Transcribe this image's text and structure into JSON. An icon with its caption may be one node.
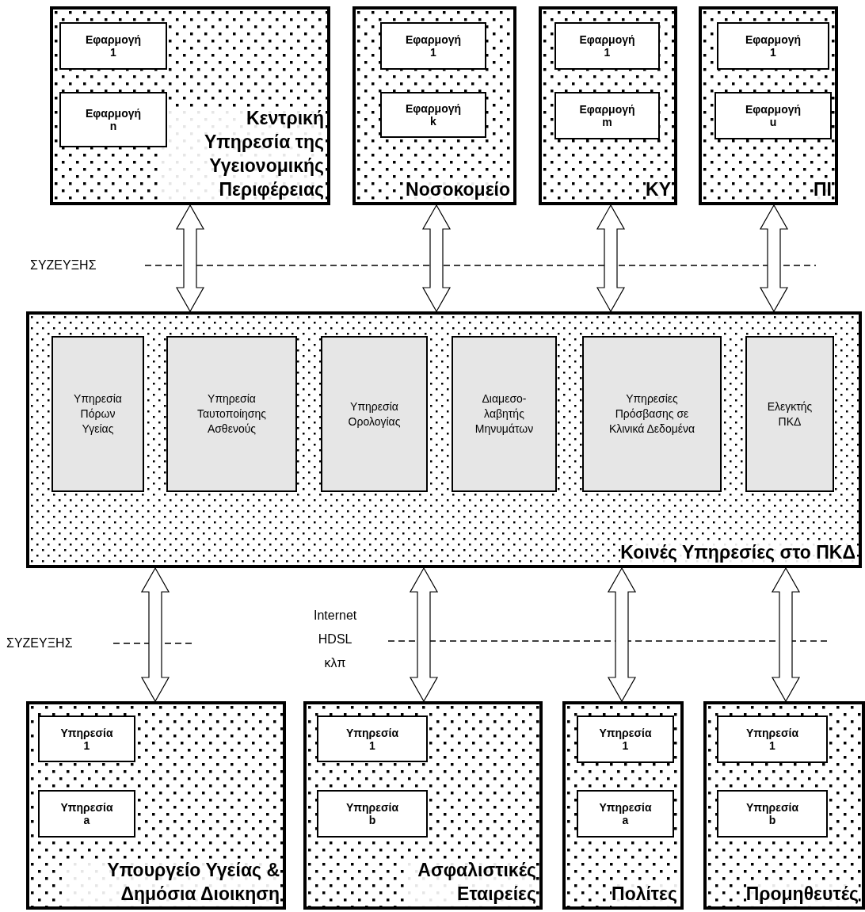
{
  "diagram": {
    "nodes": [
      {
        "text": [
          "Κεντρική Υπηρεσία της Υγειονομικής Περιφέρειας"
        ]
      },
      {
        "text": [
          "Εφαρμογή 1"
        ],
        "in": 0
      },
      {
        "text": [
          "Εφαρμογή n"
        ],
        "in": 0
      },
      {
        "text": [
          "Νοσοκομείο"
        ]
      },
      {
        "text": [
          "Εφαρμογή 1"
        ],
        "in": 3
      },
      {
        "text": [
          "Εφαρμογή k"
        ],
        "in": 3
      },
      {
        "text": [
          "ΚΥ"
        ]
      },
      {
        "text": [
          "Εφαρμογή 1"
        ],
        "in": 6
      },
      {
        "text": [
          "Εφαρμογή m"
        ],
        "in": 6
      },
      {
        "text": [
          "ΠΙ"
        ]
      },
      {
        "text": [
          "Εφαρμογή 1"
        ],
        "in": 9
      },
      {
        "text": [
          "Εφαρμογή u"
        ],
        "in": 9
      },
      {
        "text": [
          "Κοινές Υπηρεσίες στο ΠΚΔ"
        ]
      },
      {
        "text": [
          "Υπηρεσία Πόρων Υγείας"
        ],
        "in": 12
      },
      {
        "text": [
          "Υπηρεσία Ταυτοποίησης Ασθενούς"
        ],
        "in": 12
      },
      {
        "text": [
          "Υπηρεσία Ορολογίας"
        ],
        "in": 12
      },
      {
        "text": [
          "Διαμεσο-λαβητής Μηνυμάτων"
        ],
        "in": 12
      },
      {
        "text": [
          "Υπηρεσίες Πρόσβασης σε Κλινικά Δεδομένα"
        ],
        "in": 12
      },
      {
        "text": [
          "Ελεγκτής ΠΚΔ"
        ],
        "in": 12
      },
      {
        "text": [
          "Υπουργείο Υγείας & Δημόσια Διοικηση"
        ]
      },
      {
        "text": [
          "Υπηρεσία 1"
        ],
        "in": 19
      },
      {
        "text": [
          "Υπηρεσία a"
        ],
        "in": 19
      },
      {
        "text": [
          "Ασφαλιστικές Εταιρείες"
        ]
      },
      {
        "text": [
          "Υπηρεσία 1"
        ],
        "in": 22
      },
      {
        "text": [
          "Υπηρεσία b"
        ],
        "in": 22
      },
      {
        "text": [
          "Πολίτες"
        ]
      },
      {
        "text": [
          "Υπηρεσία 1"
        ],
        "in": 25
      },
      {
        "text": [
          "Υπηρεσία a"
        ],
        "in": 25
      },
      {
        "text": [
          "Προμηθευτές"
        ]
      },
      {
        "text": [
          "Υπηρεσία 1"
        ],
        "in": 28
      },
      {
        "text": [
          "Υπηρεσία b"
        ],
        "in": 28
      }
    ],
    "edges": [
      {
        "from": 0,
        "to": 12,
        "arrow": "both"
      },
      {
        "from": 3,
        "to": 12,
        "arrow": "both"
      },
      {
        "from": 6,
        "to": 12,
        "arrow": "both"
      },
      {
        "from": 9,
        "to": 12,
        "arrow": "both"
      },
      {
        "from": 12,
        "to": 19,
        "arrow": "both"
      },
      {
        "from": 12,
        "to": 22,
        "arrow": "both"
      },
      {
        "from": 12,
        "to": 25,
        "arrow": "both"
      },
      {
        "from": 12,
        "to": 28,
        "arrow": "both"
      }
    ],
    "labels": [
      "ΣΥΖΕΥΞΗΣ",
      "ΣΥΖΕΥΞΗΣ",
      "Internet HDSL κλπ"
    ]
  }
}
